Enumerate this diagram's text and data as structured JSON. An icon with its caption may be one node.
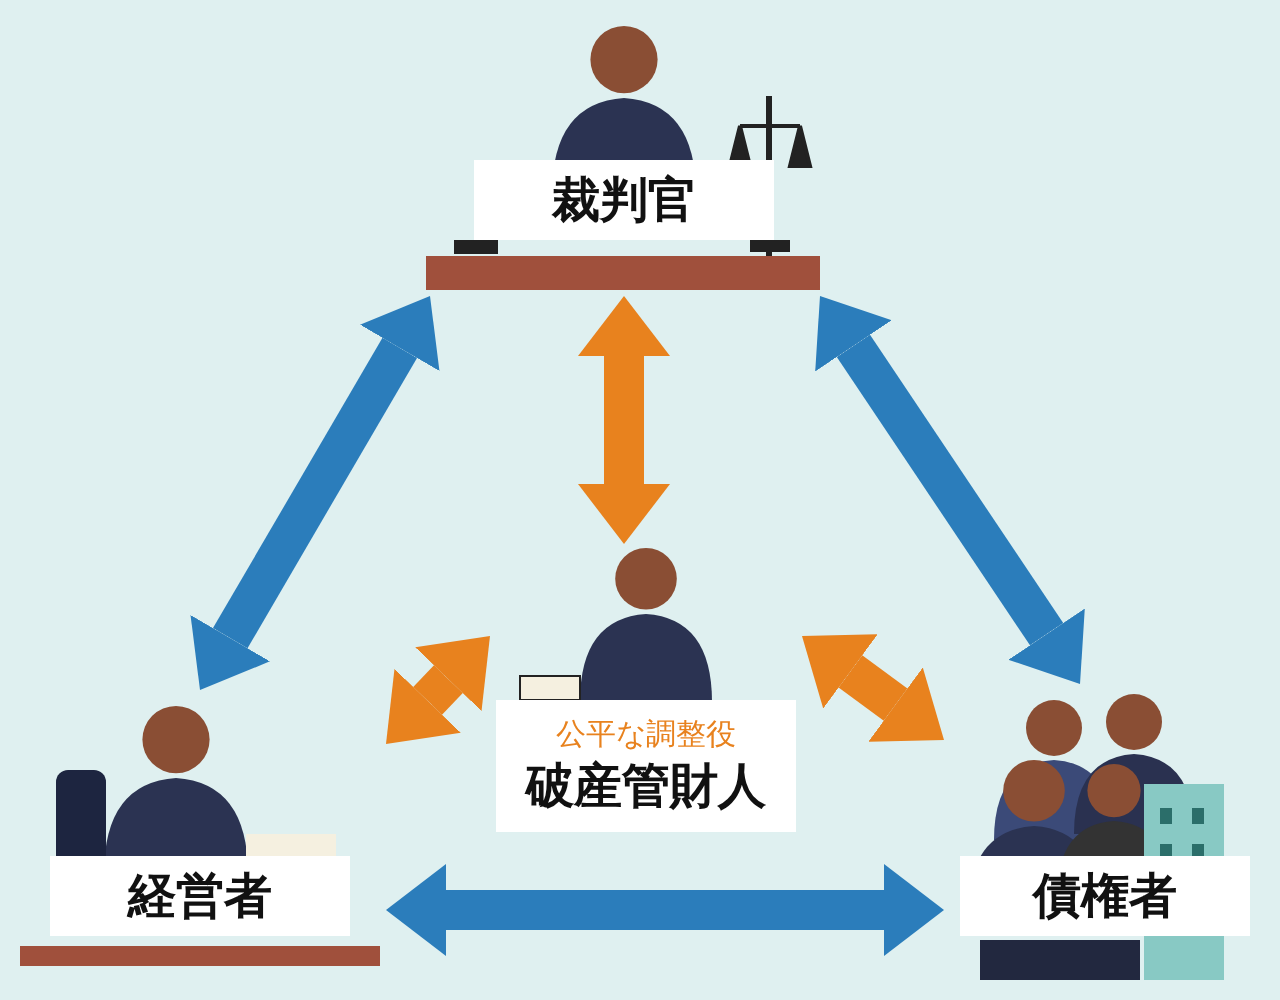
{
  "diagram": {
    "nodes": [
      {
        "text": [
          "裁判官"
        ]
      },
      {
        "text": [
          "公平な調整役",
          "破産管財人"
        ]
      },
      {
        "text": [
          "経営者"
        ]
      },
      {
        "text": [
          "債権者"
        ]
      }
    ],
    "edges": [
      {
        "from": 0,
        "to": 2,
        "arrow": "both"
      },
      {
        "from": 0,
        "to": 3,
        "arrow": "both"
      },
      {
        "from": 2,
        "to": 3,
        "arrow": "both"
      },
      {
        "from": 0,
        "to": 1,
        "arrow": "both",
        "color": "#e8821e"
      },
      {
        "from": 1,
        "to": 2,
        "arrow": "both",
        "color": "#e8821e"
      },
      {
        "from": 1,
        "to": 3,
        "arrow": "both",
        "color": "#e8821e"
      }
    ]
  }
}
